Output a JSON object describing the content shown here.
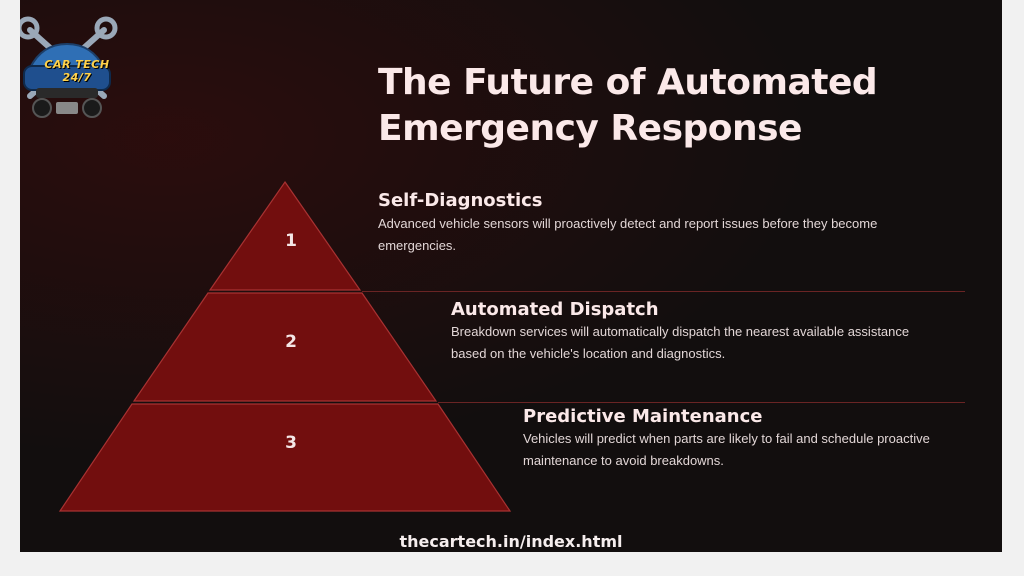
{
  "slide": {
    "title": "The Future of Automated Emergency Response",
    "url": "thecartech.in/index.html",
    "logo": {
      "name": "CAR TECH 24/7",
      "icon": "car-tech-logo-icon"
    },
    "colors": {
      "background": "#120e0e",
      "pyramid_fill": "#720e0e",
      "pyramid_stroke": "#a83232",
      "text": "#fbe9e9"
    }
  },
  "steps": [
    {
      "number": "1",
      "title": "Self-Diagnostics",
      "description": "Advanced vehicle sensors will proactively detect and report issues before they become emergencies."
    },
    {
      "number": "2",
      "title": "Automated Dispatch",
      "description": "Breakdown services will automatically dispatch the nearest available assistance based on the vehicle's location and diagnostics."
    },
    {
      "number": "3",
      "title": "Predictive Maintenance",
      "description": "Vehicles will predict when parts are likely to fail and schedule proactive maintenance to avoid breakdowns."
    }
  ]
}
